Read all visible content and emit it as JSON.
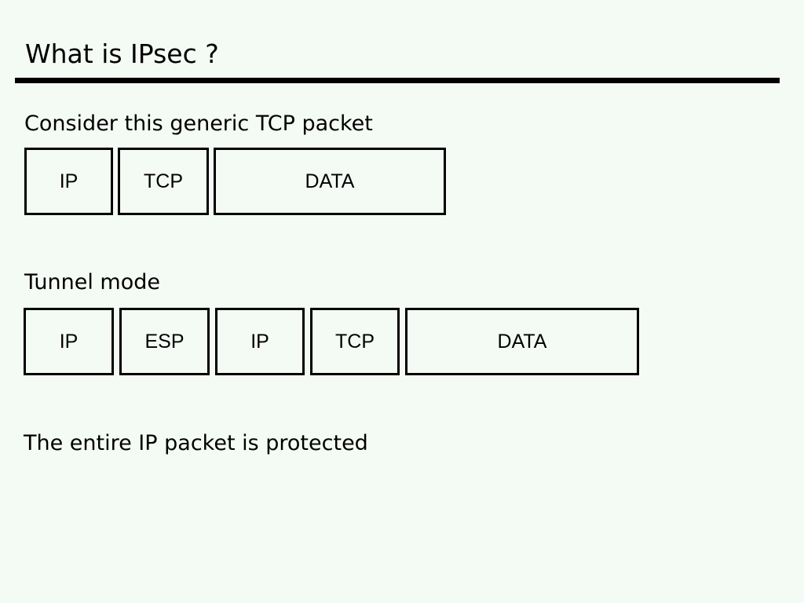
{
  "slide": {
    "title": "What is IPsec ?",
    "colors": {
      "background": "#f4faf4",
      "text": "#000000",
      "rule": "#000000",
      "box_border": "#000000"
    }
  },
  "generic_packet": {
    "caption": "Consider this generic TCP packet",
    "segments": [
      {
        "label": "IP"
      },
      {
        "label": "TCP"
      },
      {
        "label": "DATA"
      }
    ]
  },
  "tunnel_mode": {
    "caption": "Tunnel mode",
    "segments": [
      {
        "label": "IP"
      },
      {
        "label": "ESP"
      },
      {
        "label": "IP"
      },
      {
        "label": "TCP"
      },
      {
        "label": "DATA"
      }
    ]
  },
  "note": "The entire IP packet is protected"
}
